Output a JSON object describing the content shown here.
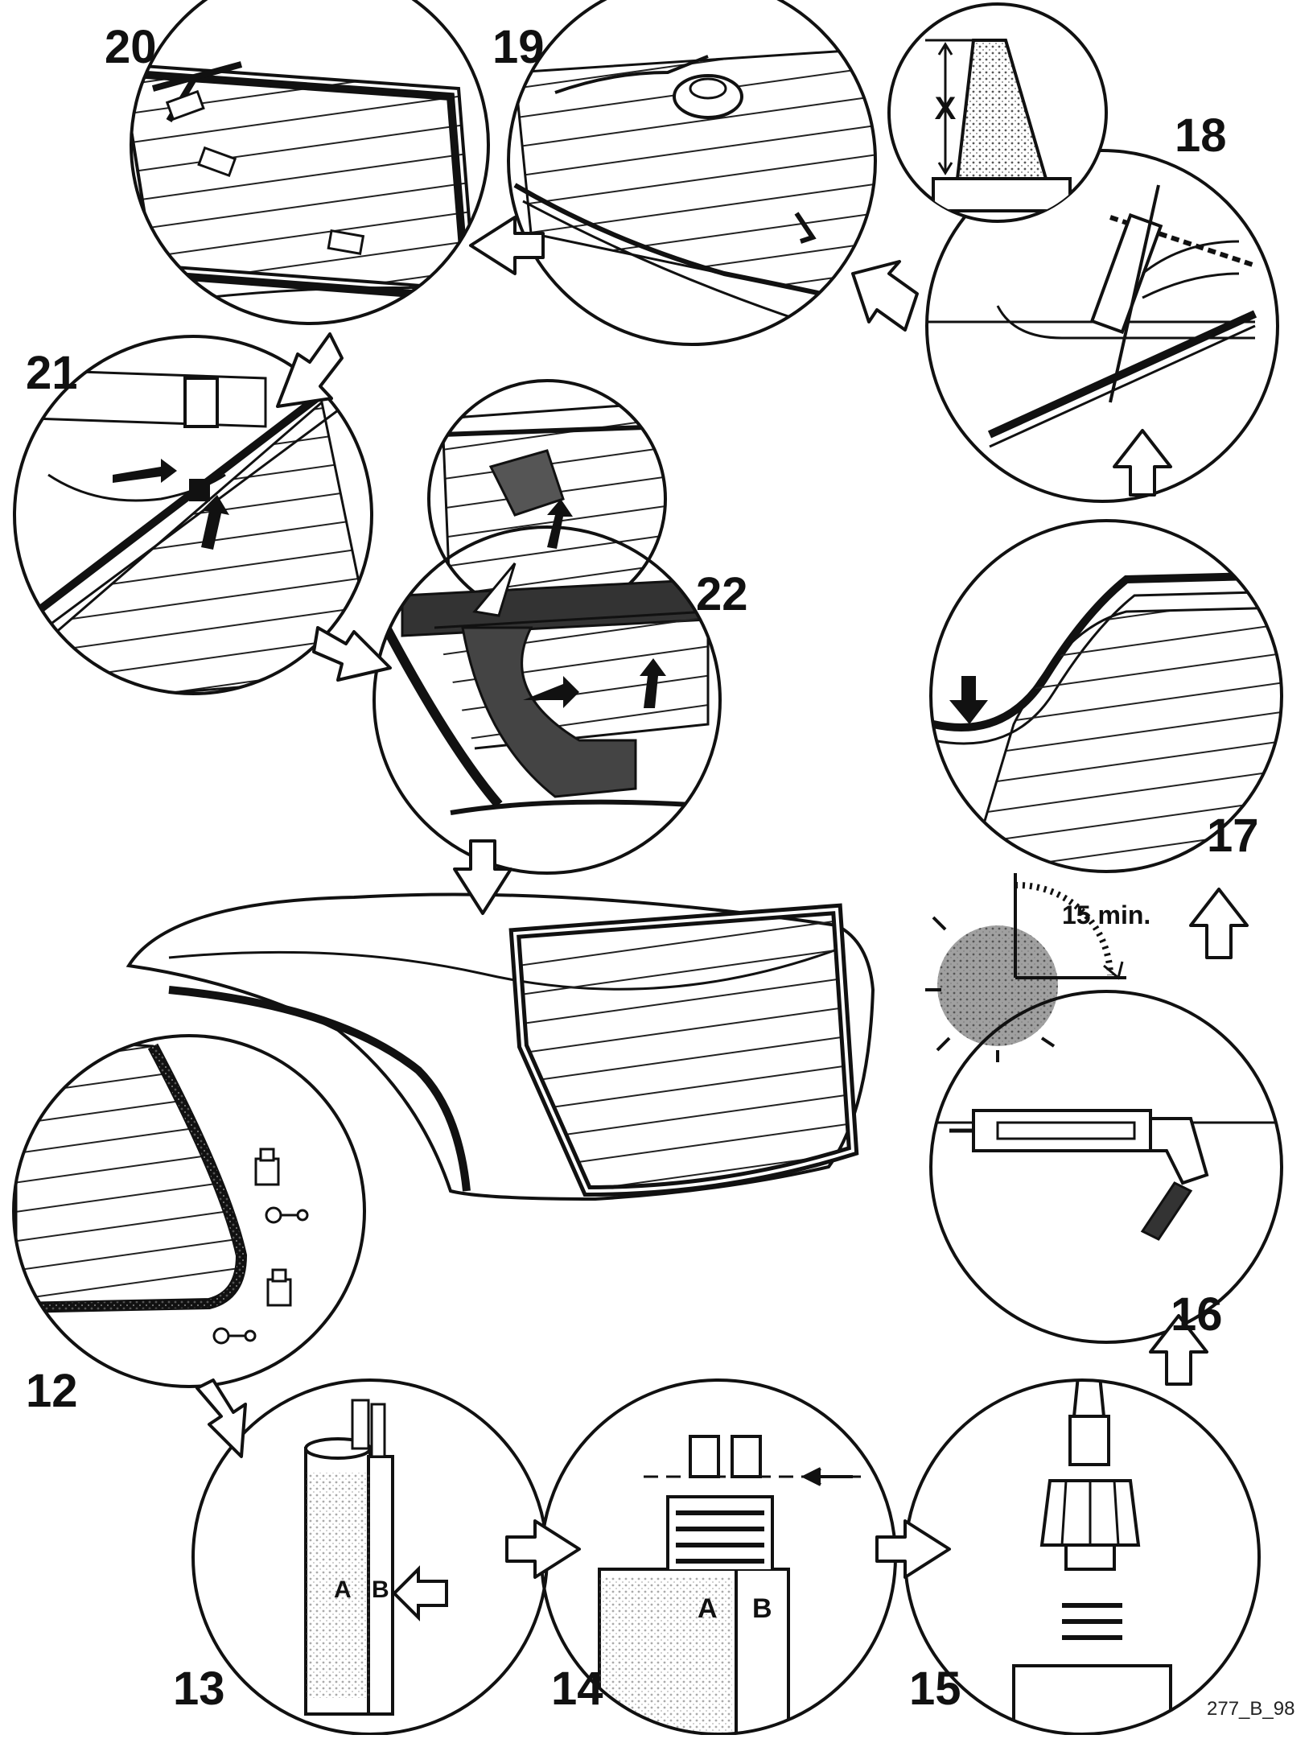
{
  "steps": {
    "s12": "12",
    "s13": "13",
    "s14": "14",
    "s15": "15",
    "s16": "16",
    "s17": "17",
    "s18": "18",
    "s19": "19",
    "s20": "20",
    "s21": "21",
    "s22": "22"
  },
  "annotations": {
    "dimension_x": "X",
    "cartridge_a": "A",
    "cartridge_b": "B",
    "cure_time": "15 min."
  },
  "reference": "277_B_98",
  "colors": {
    "ink": "#111111",
    "paper": "#ffffff",
    "shade": "#9a9a9a"
  }
}
